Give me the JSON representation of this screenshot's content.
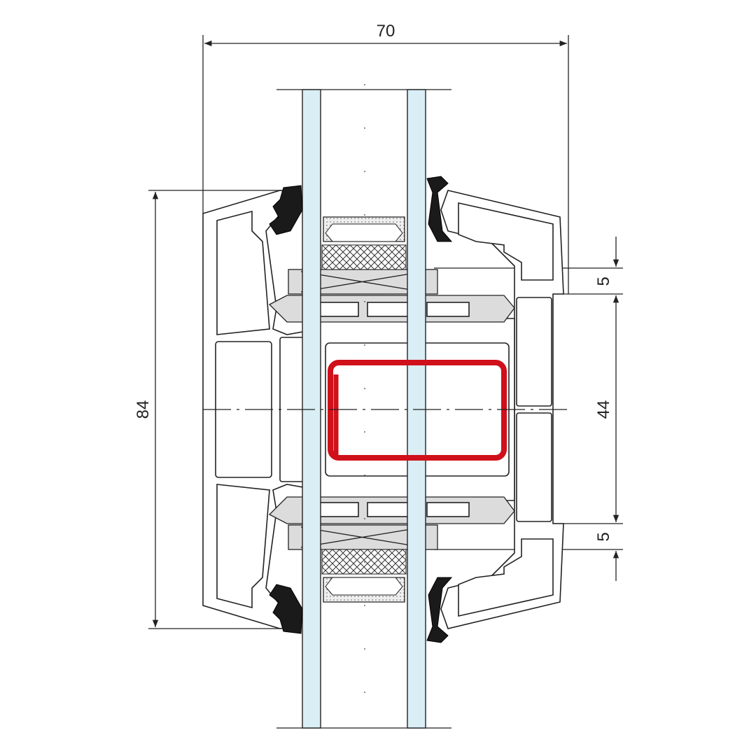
{
  "dimensions": {
    "overall_width": "70",
    "overall_height": "84",
    "inner_height": "44",
    "top_gap": "5",
    "bottom_gap": "5"
  },
  "colors": {
    "reinforcement": "#d0101a",
    "glass": "#d9eef5",
    "spacer": "#dcdcdc"
  }
}
